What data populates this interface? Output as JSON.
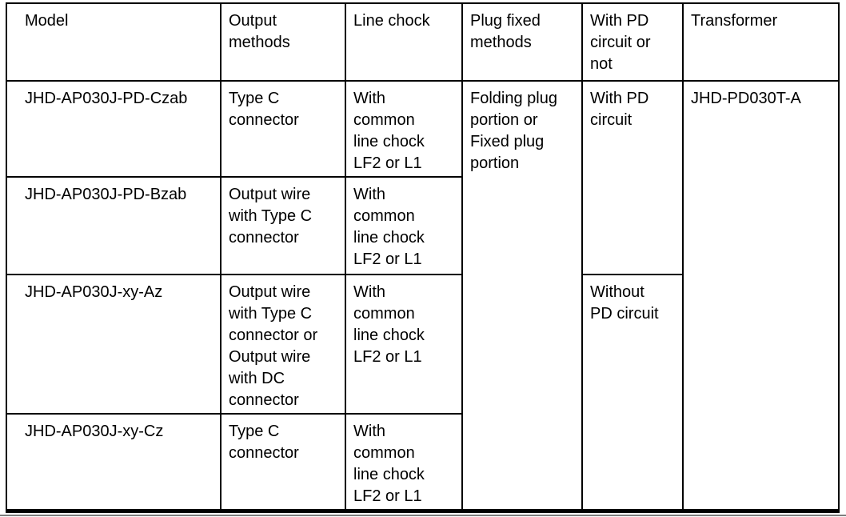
{
  "table": {
    "headers": {
      "model": "Model",
      "output": "Output\nmethods",
      "chock": "Line chock",
      "plug": "Plug fixed\nmethods",
      "pd": "With PD\ncircuit or\nnot",
      "transformer": "Transformer"
    },
    "rows": [
      {
        "model": "JHD-AP030J-PD-Czab",
        "output": "Type C\nconnector",
        "chock": "With\ncommon\nline chock\nLF2 or L1"
      },
      {
        "model": "JHD-AP030J-PD-Bzab",
        "output": "Output wire\nwith Type C\nconnector",
        "chock": "With\ncommon\nline chock\nLF2 or L1"
      },
      {
        "model": "JHD-AP030J-xy-Az",
        "output": "Output wire\nwith Type C\nconnector or\nOutput wire\nwith DC\nconnector",
        "chock": "With\ncommon\nline chock\nLF2 or L1"
      },
      {
        "model": "JHD-AP030J-xy-Cz",
        "output": "Type C\nconnector",
        "chock": "With\ncommon\nline chock\nLF2 or L1"
      }
    ],
    "plug_fixed_methods": "Folding plug\nportion or\nFixed plug\nportion",
    "pd_circuit": {
      "with": "With PD\ncircuit",
      "without": "Without\nPD circuit"
    },
    "transformer_model": "JHD-PD030T-A",
    "colors": {
      "border": "#000000",
      "text": "#000000",
      "background": "#ffffff",
      "bottom_rule": "#7d7d7d"
    }
  }
}
